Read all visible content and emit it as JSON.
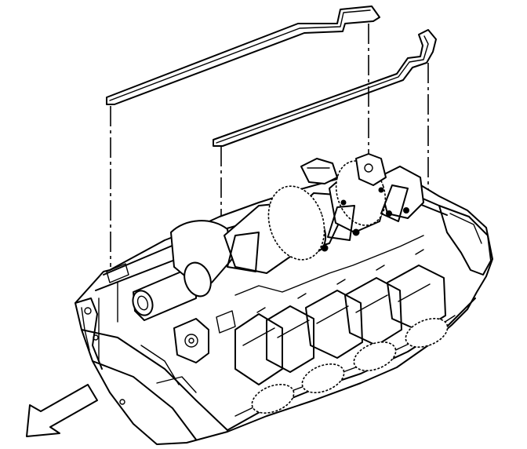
{
  "diagram": {
    "parts": [
      {
        "id": "upper-gasket",
        "kind": "seal"
      },
      {
        "id": "lower-gasket",
        "kind": "seal"
      },
      {
        "id": "engine-block",
        "kind": "assembly"
      },
      {
        "id": "crankshaft",
        "kind": "component"
      }
    ],
    "direction_arrow": {
      "points": "front-left"
    }
  }
}
